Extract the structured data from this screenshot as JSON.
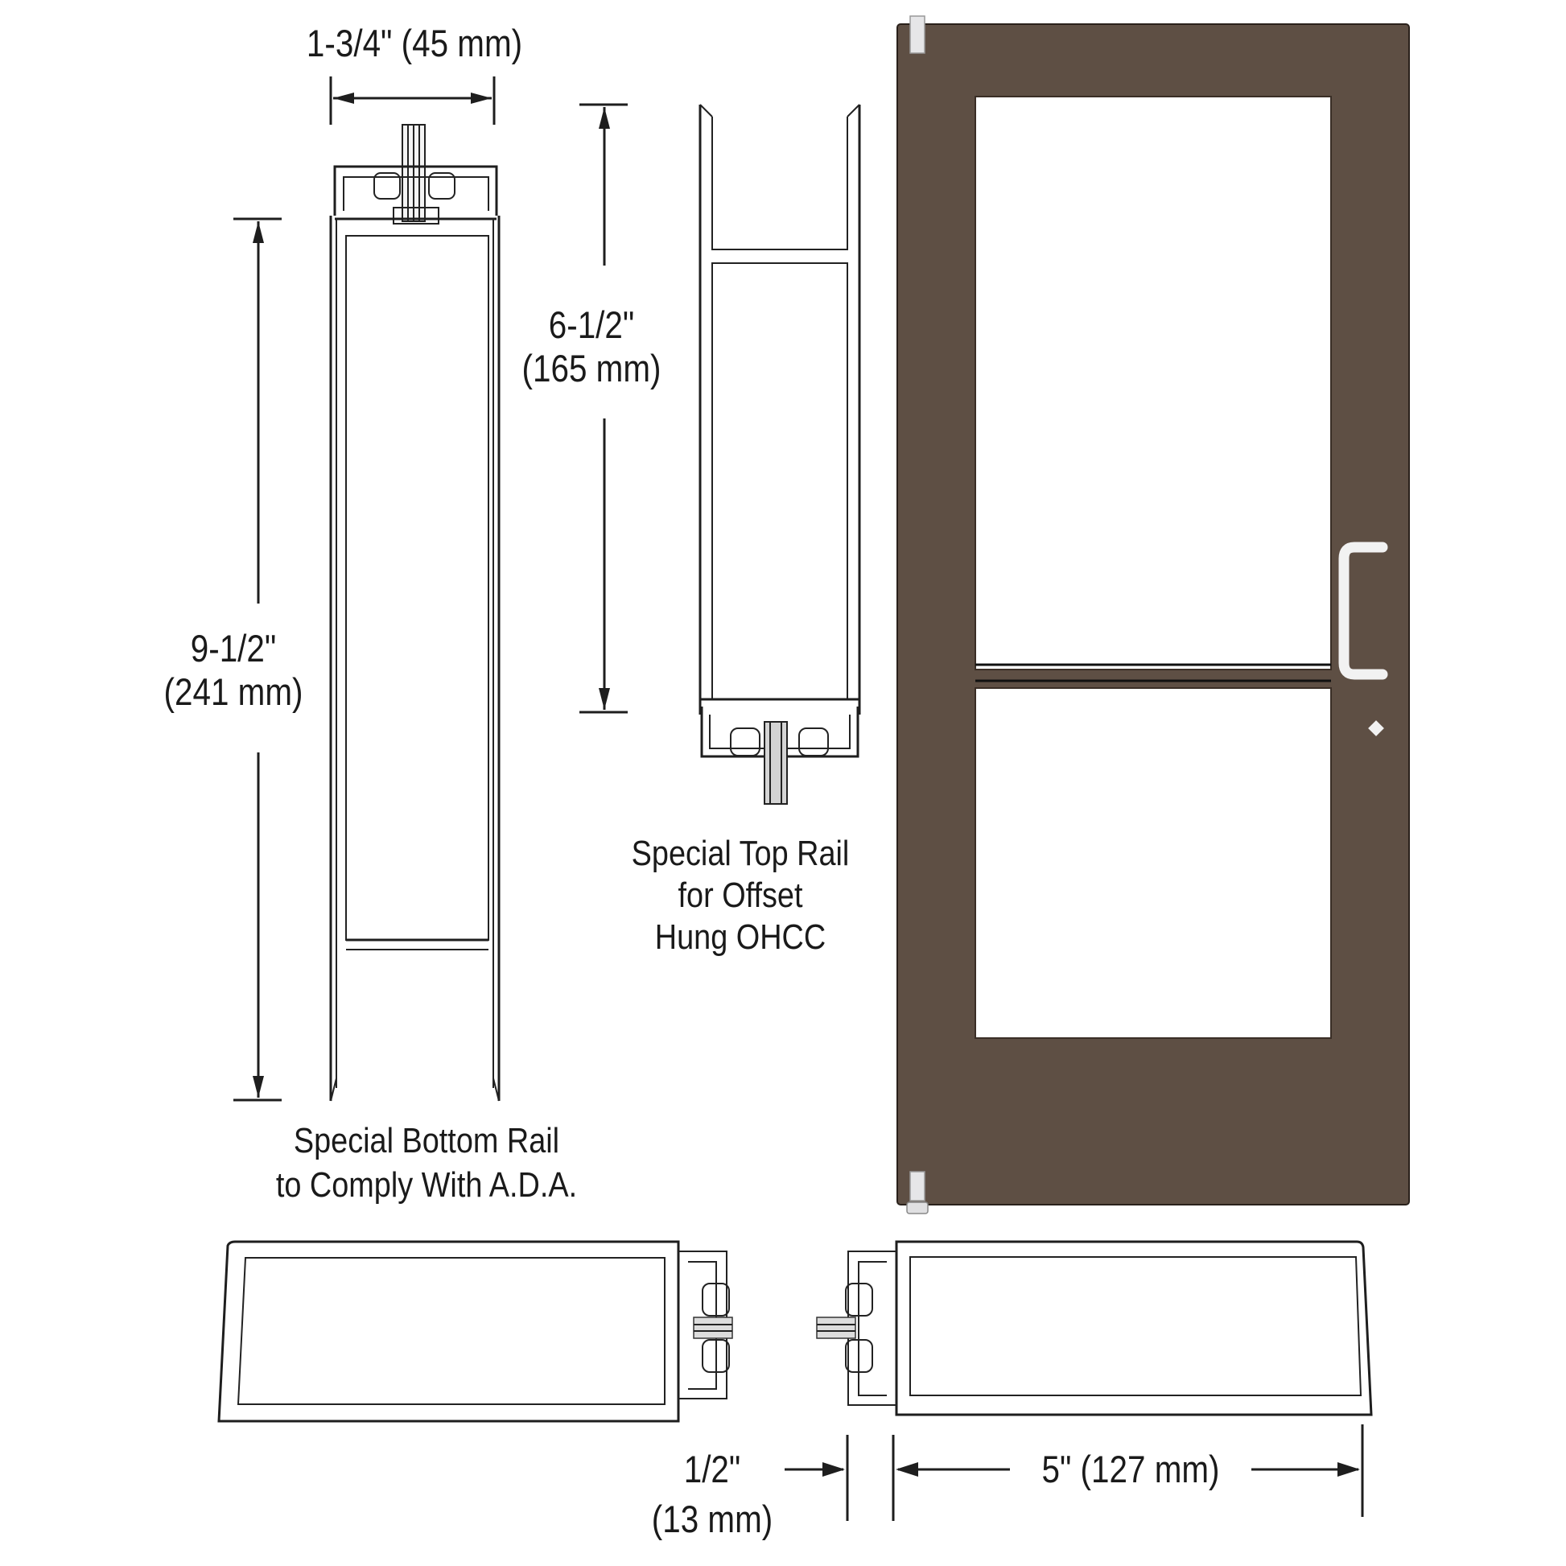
{
  "diagram": {
    "subject": "Storefront entrance door with special rails",
    "door_color": "#5e4f44",
    "hardware_color": "#e8e8ea",
    "line_color": "#1e1e1e"
  },
  "dimensions": {
    "stile_depth": "1-3/4\" (45 mm)",
    "bottom_rail_height_in": "9-1/2\"",
    "bottom_rail_height_mm": "(241 mm)",
    "top_rail_height_in": "6-1/2\"",
    "top_rail_height_mm": "(165 mm)",
    "glass_offset_in": "1/2\"",
    "glass_offset_mm": "(13 mm)",
    "stile_width": "5\" (127 mm)"
  },
  "captions": {
    "bottom_rail_line1": "Special Bottom Rail",
    "bottom_rail_line2": "to Comply With A.D.A.",
    "top_rail_line1": "Special Top Rail",
    "top_rail_line2": "for Offset",
    "top_rail_line3": "Hung OHCC"
  }
}
